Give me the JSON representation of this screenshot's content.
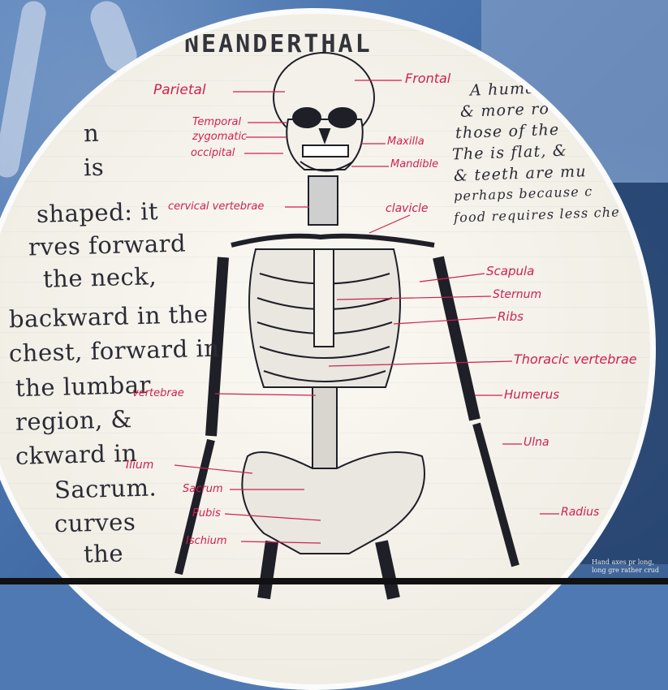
{
  "title": "NEANDERTHAL",
  "left_notes": [
    "n",
    "is",
    "shaped: it",
    "rves forward",
    "the neck,",
    "backward in the",
    "chest, forward in",
    "the lumbar",
    "region, &",
    "ckward in",
    "Sacrum.",
    "curves",
    "the"
  ],
  "right_notes": [
    "A human",
    "& more ro",
    "those of the",
    "The is flat, &",
    "& teeth are mu",
    "perhaps because c",
    "food requires less che"
  ],
  "labels": {
    "parietal": "Parietal",
    "frontal": "Frontal",
    "temporal": "Temporal",
    "zygomatic": "zygomatic",
    "occipital": "occipital",
    "maxilla": "Maxilla",
    "mandible": "Mandible",
    "cervical": "cervical vertebrae",
    "clavicle": "clavicle",
    "scapula": "Scapula",
    "sternum": "Sternum",
    "ribs": "Ribs",
    "thoracic": "Thoracic vertebrae",
    "vertebrae": "vertebrae",
    "humerus": "Humerus",
    "ulna": "Ulna",
    "ilium": "Ilium",
    "sacrum": "Sacrum",
    "pubis": "Pubis",
    "radius": "Radius",
    "ischium": "Ischium"
  },
  "background_text": "Hand axes pr long, long gre rather crud"
}
